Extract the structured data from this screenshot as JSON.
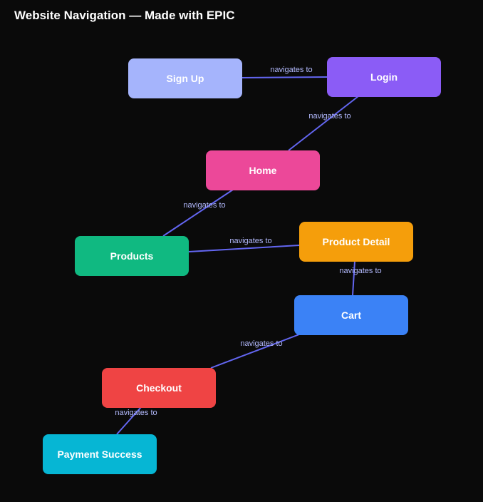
{
  "title": "Website Navigation — Made with EPIC",
  "colors": {
    "background": "#0a0a0a",
    "edge": "#6366f1",
    "edge_label": "#b4bbff"
  },
  "nodes": [
    {
      "id": "signup",
      "label": "Sign Up",
      "color": "#a5b4fc"
    },
    {
      "id": "login",
      "label": "Login",
      "color": "#8b5cf6"
    },
    {
      "id": "home",
      "label": "Home",
      "color": "#ec4899"
    },
    {
      "id": "products",
      "label": "Products",
      "color": "#10b981"
    },
    {
      "id": "product_detail",
      "label": "Product Detail",
      "color": "#f59e0b"
    },
    {
      "id": "cart",
      "label": "Cart",
      "color": "#3b82f6"
    },
    {
      "id": "checkout",
      "label": "Checkout",
      "color": "#ef4444"
    },
    {
      "id": "payment_success",
      "label": "Payment Success",
      "color": "#06b6d4"
    }
  ],
  "edges": [
    {
      "from": "signup",
      "to": "login",
      "label": "navigates to"
    },
    {
      "from": "login",
      "to": "home",
      "label": "navigates to"
    },
    {
      "from": "home",
      "to": "products",
      "label": "navigates to"
    },
    {
      "from": "products",
      "to": "product_detail",
      "label": "navigates to"
    },
    {
      "from": "product_detail",
      "to": "cart",
      "label": "navigates to"
    },
    {
      "from": "cart",
      "to": "checkout",
      "label": "navigates to"
    },
    {
      "from": "checkout",
      "to": "payment_success",
      "label": "navigates to"
    }
  ]
}
